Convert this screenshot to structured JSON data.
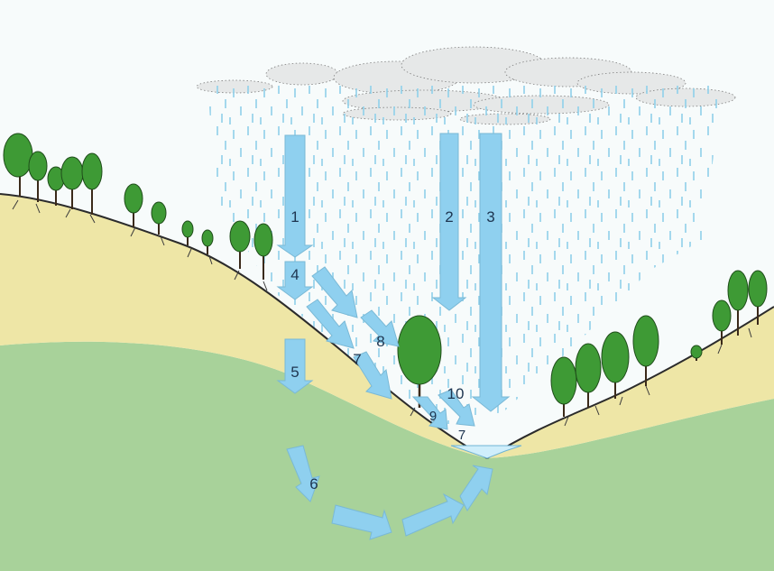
{
  "diagram": {
    "labels": {
      "l1": "1",
      "l2": "2",
      "l3": "3",
      "l4": "4",
      "l5": "5",
      "l6": "6",
      "l7a": "7",
      "l7b": "7",
      "l8": "8",
      "l9": "9",
      "l10": "10"
    }
  },
  "colors": {
    "sky": "#f7fbfb",
    "cloud": "#e6e8e8",
    "rain": "#8fd0ea",
    "arrow": "#8fd0ef",
    "soil": "#eee6a6",
    "bedrock": "#a8d29a",
    "tree": "#3e9a35",
    "water": "#cfeefb"
  }
}
